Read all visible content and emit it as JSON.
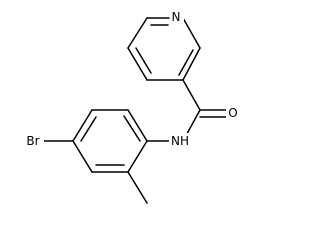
{
  "molecule": {
    "atoms": {
      "pyridine_n": "N",
      "amide_o": "O",
      "amide_nh": "NH",
      "bromine": "Br"
    },
    "colors": {
      "bond": "#000000",
      "label": "#000000",
      "background": "#ffffff"
    }
  }
}
